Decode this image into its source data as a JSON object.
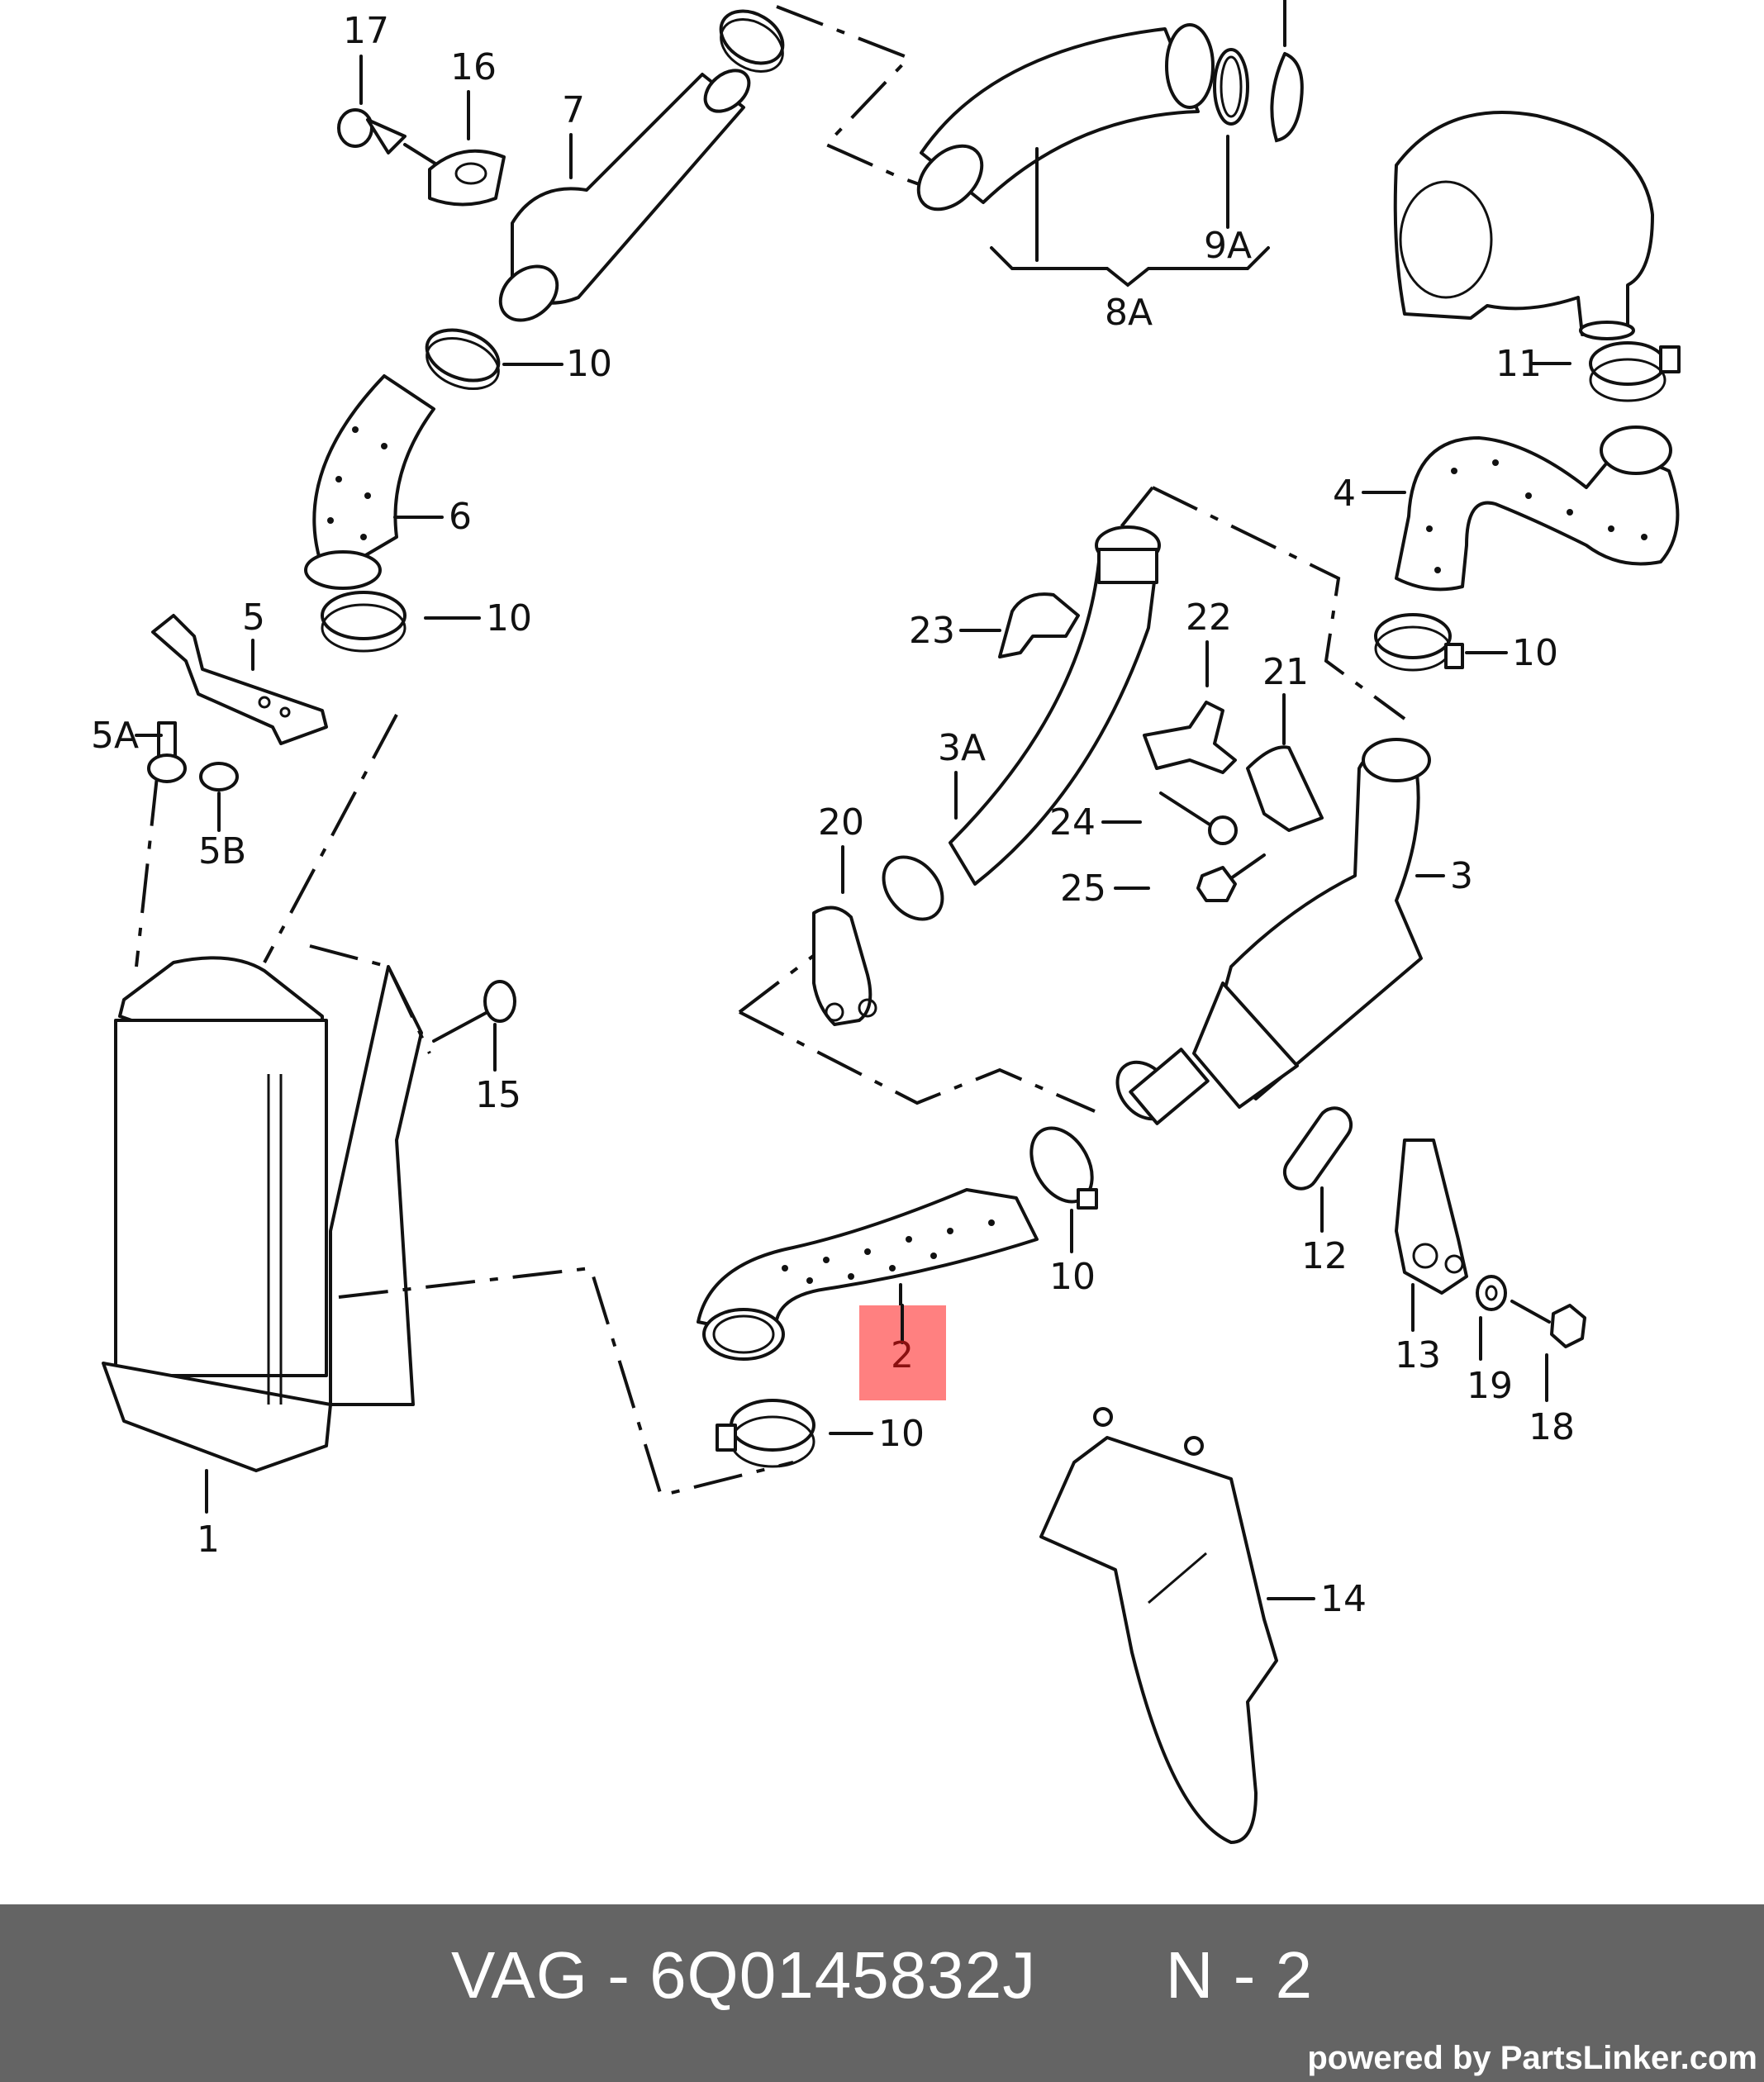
{
  "diagram": {
    "title": "Charge air system / intercooler exploded view",
    "highlighted_part": "2",
    "highlight_color": "#ff8080",
    "callouts": [
      {
        "id": "c17",
        "label": "17"
      },
      {
        "id": "c16",
        "label": "16"
      },
      {
        "id": "c7",
        "label": "7"
      },
      {
        "id": "c8A",
        "label": "8A"
      },
      {
        "id": "c9A",
        "label": "9A"
      },
      {
        "id": "c10a",
        "label": "10"
      },
      {
        "id": "c6",
        "label": "6"
      },
      {
        "id": "c10b",
        "label": "10"
      },
      {
        "id": "c11",
        "label": "11"
      },
      {
        "id": "c4",
        "label": "4"
      },
      {
        "id": "c10c",
        "label": "10"
      },
      {
        "id": "c5",
        "label": "5"
      },
      {
        "id": "c5A",
        "label": "5A"
      },
      {
        "id": "c5B",
        "label": "5B"
      },
      {
        "id": "c23",
        "label": "23"
      },
      {
        "id": "c22",
        "label": "22"
      },
      {
        "id": "c21",
        "label": "21"
      },
      {
        "id": "c3A",
        "label": "3A"
      },
      {
        "id": "c20",
        "label": "20"
      },
      {
        "id": "c24",
        "label": "24"
      },
      {
        "id": "c25",
        "label": "25"
      },
      {
        "id": "c3",
        "label": "3"
      },
      {
        "id": "c15",
        "label": "15"
      },
      {
        "id": "c12",
        "label": "12"
      },
      {
        "id": "c10d",
        "label": "10"
      },
      {
        "id": "c2",
        "label": "2"
      },
      {
        "id": "c13",
        "label": "13"
      },
      {
        "id": "c19",
        "label": "19"
      },
      {
        "id": "c18",
        "label": "18"
      },
      {
        "id": "c10e",
        "label": "10"
      },
      {
        "id": "c1",
        "label": "1"
      },
      {
        "id": "c14",
        "label": "14"
      }
    ]
  },
  "footer": {
    "brand": "VAG",
    "separator": "-",
    "part_number": "6Q0145832J",
    "position_label": "N - 2",
    "powered_by": "powered by PartsLinker.com"
  }
}
